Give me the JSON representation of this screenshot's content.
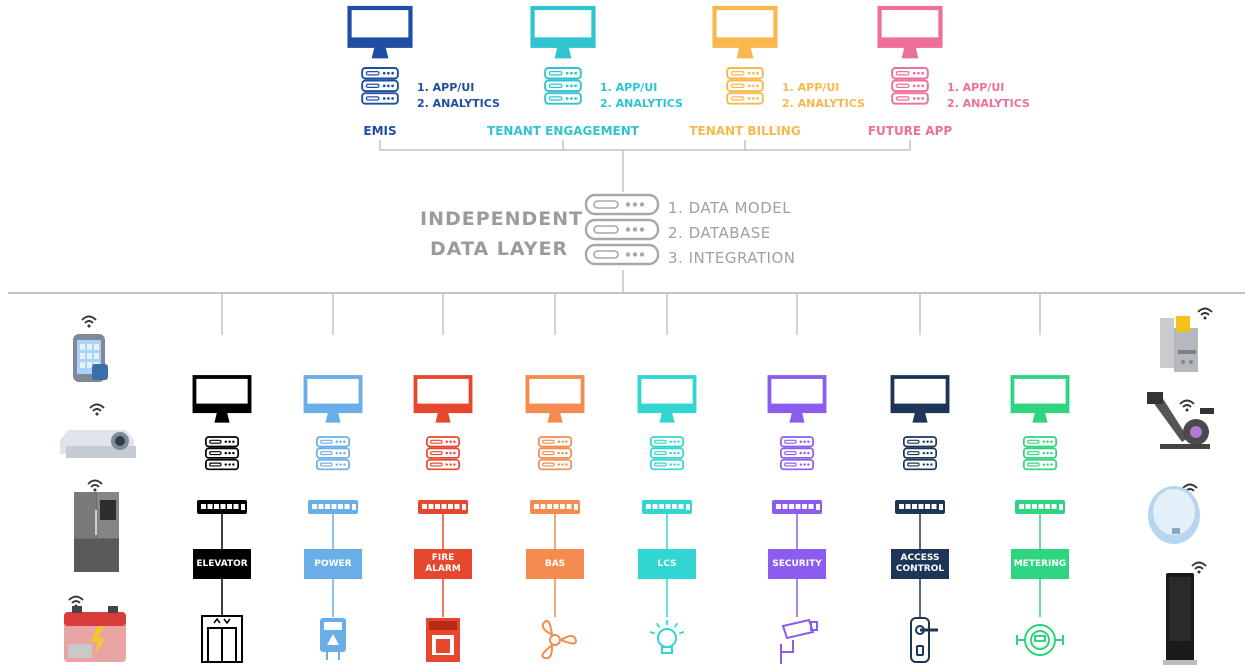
{
  "apps": [
    {
      "name": "EMIS",
      "color": "#1f4ea3",
      "features": [
        "1. APP/UI",
        "2. ANALYTICS"
      ]
    },
    {
      "name": "TENANT ENGAGEMENT",
      "color": "#2fc4cf",
      "features": [
        "1. APP/UI",
        "2. ANALYTICS"
      ]
    },
    {
      "name": "TENANT BILLING",
      "color": "#f9b84e",
      "features": [
        "1. APP/UI",
        "2. ANALYTICS"
      ]
    },
    {
      "name": "FUTURE APP",
      "color": "#ef6f9c",
      "features": [
        "1. APP/UI",
        "2. ANALYTICS"
      ]
    }
  ],
  "data_layer": {
    "title_line1": "INDEPENDENT",
    "title_line2": "DATA LAYER",
    "features": [
      "1. DATA MODEL",
      "2. DATABASE",
      "3. INTEGRATION"
    ]
  },
  "systems": [
    {
      "label": "ELEVATOR",
      "color": "#000000",
      "icon": "elevator-icon"
    },
    {
      "label": "POWER",
      "color": "#6aaee8",
      "icon": "power-meter-icon"
    },
    {
      "label": "FIRE ALARM",
      "color": "#e8472f",
      "icon": "fire-alarm-icon"
    },
    {
      "label": "BAS",
      "color": "#f48b4f",
      "icon": "fan-icon"
    },
    {
      "label": "LCS",
      "color": "#31d6d2",
      "icon": "light-bulb-icon"
    },
    {
      "label": "SECURITY",
      "color": "#8c5cf0",
      "icon": "cctv-camera-icon"
    },
    {
      "label": "ACCESS CONTROL",
      "color": "#1d3658",
      "icon": "door-lock-icon"
    },
    {
      "label": "METERING",
      "color": "#2ed47f",
      "icon": "water-meter-icon"
    }
  ],
  "left_devices": [
    "smartphone-icon",
    "projector-icon",
    "refrigerator-icon",
    "battery-icon"
  ],
  "right_devices": [
    "card-reader-icon",
    "exercise-bike-icon",
    "smoke-detector-icon",
    "kiosk-display-icon"
  ]
}
